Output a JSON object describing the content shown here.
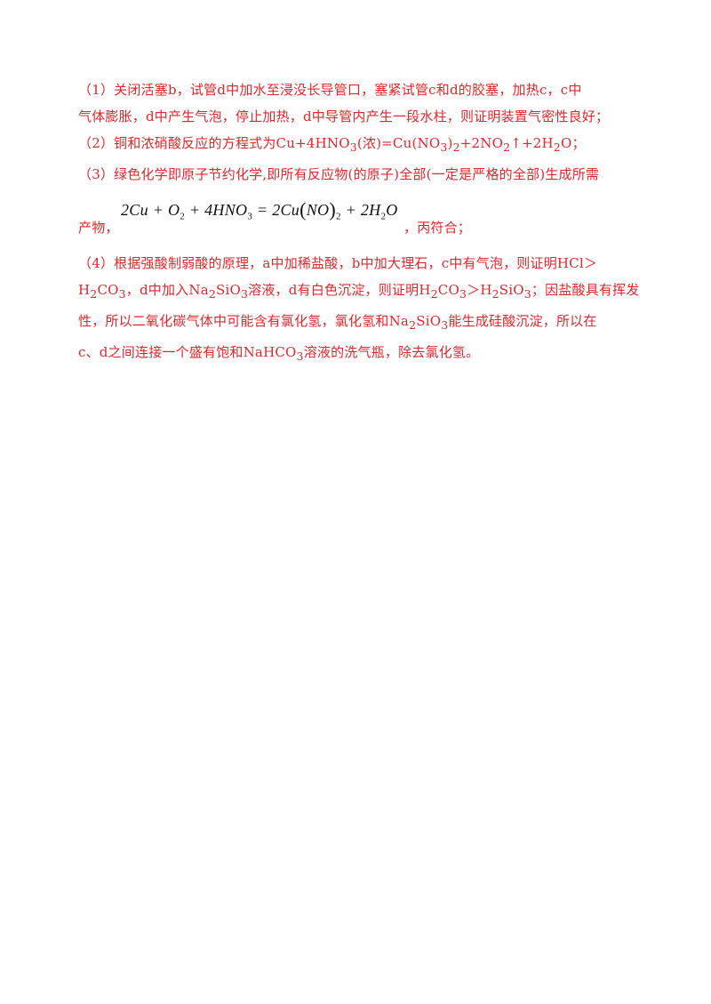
{
  "p1": {
    "line1": "（1）关闭活塞b，试管d中加水至浸没长导管口，塞紧试管c和d的胶塞，加热c，c中",
    "line2": "气体膨胀，d中产生气泡，停止加热，d中导管内产生一段水柱，则证明装置气密性良好；"
  },
  "p2": {
    "prefix": "（2）铜和浓硝酸反应的方程式为Cu+4HNO",
    "s1": "3",
    "mid1": "(浓)=Cu(NO",
    "s2": "3",
    "mid2": ")",
    "s3": "2",
    "mid3": "+2NO",
    "s4": "2",
    "mid4": "↑+2H",
    "s5": "2",
    "end": "O；"
  },
  "p3": {
    "line1": "（3）绿色化学即原子节约化学,即所有反应物(的原子)全部(一定是严格的全部)生成所需",
    "eq_prefix": "产物，",
    "eq": {
      "a": "2Cu + O",
      "s1": "2",
      "b": " + 4HNO",
      "s2": "3",
      "c": " = 2Cu",
      "lp": "(",
      "d": "NO",
      "rp": ")",
      "s3": "2",
      "e": " + 2H",
      "s4": "2",
      "f": "O"
    },
    "eq_suffix": "，丙符合；"
  },
  "p4": {
    "l1": "（4）根据强酸制弱酸的原理，a中加稀盐酸，b中加大理石，c中有气泡，则证明HCl＞",
    "l2a": "H",
    "l2s1": "2",
    "l2b": "CO",
    "l2s2": "3",
    "l2c": "，d中加入Na",
    "l2s3": "2",
    "l2d": "SiO",
    "l2s4": "3",
    "l2e": "溶液，d有白色沉淀，则证明H",
    "l2s5": "2",
    "l2f": "CO",
    "l2s6": "3",
    "l2g": "＞H",
    "l2s7": "2",
    "l2h": "SiO",
    "l2s8": "3",
    "l2i": "；因盐酸具有挥发",
    "l3a": "性，所以二氧化碳气体中可能含有氯化氢，氯化氢和Na",
    "l3s1": "2",
    "l3b": "SiO",
    "l3s2": "3",
    "l3c": "能生成硅酸沉淀，所以在",
    "l4a": "c、d之间连接一个盛有饱和NaHCO",
    "l4s1": "3",
    "l4b": "溶液的洗气瓶，除去氯化氢。"
  }
}
